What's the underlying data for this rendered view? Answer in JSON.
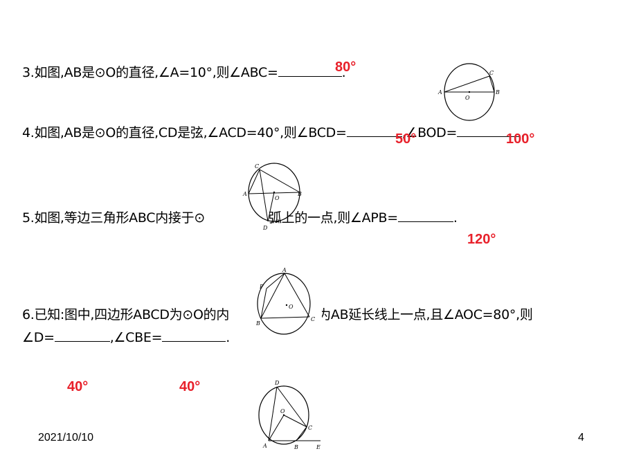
{
  "questions": {
    "q3": {
      "text": "3.如图,AB是⊙O的直径,∠A=10°,则∠ABC=",
      "end": "."
    },
    "q4": {
      "text": "4.如图,AB是⊙O的直径,CD是弦,∠ACD=40°,则∠BCD=",
      "mid": ",∠BOD=",
      "end": "."
    },
    "q5": {
      "text_a": "5.如图,等边三角形ABC内接于⊙",
      "text_b": "弧上的一点,则∠APB=",
      "end": "."
    },
    "q6": {
      "text_a": "6.已知:图中,四边形ABCD为⊙O的内",
      "text_b": "形,E为AB延长线上一点,且∠AOC=80°,则",
      "line2_a": "∠D=",
      "line2_b": ",∠CBE=",
      "end": "."
    }
  },
  "answers": {
    "q3": "80°",
    "q4_bcd": "50°",
    "q4_bod": "100°",
    "q5": "120°",
    "q6_d": "40°",
    "q6_cbe": "40°"
  },
  "figures": {
    "fig3": {
      "labels": [
        "A",
        "B",
        "C",
        "O"
      ]
    },
    "fig4": {
      "labels": [
        "A",
        "B",
        "C",
        "D",
        "O"
      ]
    },
    "fig5": {
      "labels": [
        "A",
        "B",
        "C",
        "P",
        "O"
      ]
    },
    "fig6": {
      "labels": [
        "A",
        "B",
        "C",
        "D",
        "E",
        "O"
      ]
    }
  },
  "footer": {
    "date": "2021/10/10",
    "page": "4"
  },
  "colors": {
    "answer": "#e8202a",
    "text": "#000000"
  }
}
